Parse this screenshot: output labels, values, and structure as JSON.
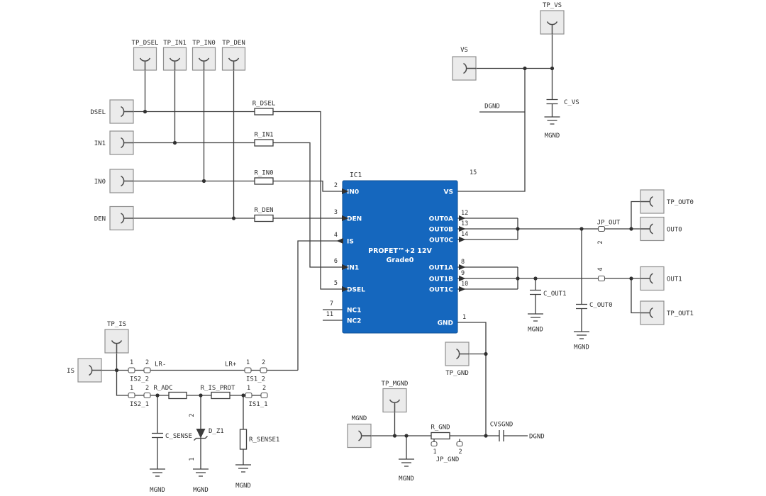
{
  "ic": {
    "designator": "IC1",
    "title_line1": "PROFET™+2 12V",
    "title_line2": "Grade0",
    "body_color": "#1567be",
    "left_pins": [
      {
        "num": "2",
        "name": "IN0"
      },
      {
        "num": "3",
        "name": "DEN"
      },
      {
        "num": "4",
        "name": "IS"
      },
      {
        "num": "6",
        "name": "IN1"
      },
      {
        "num": "5",
        "name": "DSEL"
      },
      {
        "num": "7",
        "name": "NC1"
      },
      {
        "num": "11",
        "name": "NC2"
      }
    ],
    "right_pins": [
      {
        "num": "15",
        "name": "VS"
      },
      {
        "num": "12",
        "name": "OUT0A"
      },
      {
        "num": "13",
        "name": "OUT0B"
      },
      {
        "num": "14",
        "name": "OUT0C"
      },
      {
        "num": "8",
        "name": "OUT1A"
      },
      {
        "num": "9",
        "name": "OUT1B"
      },
      {
        "num": "10",
        "name": "OUT1C"
      },
      {
        "num": "1",
        "name": "GND"
      }
    ]
  },
  "test_points": {
    "tp_dsel": "TP_DSEL",
    "tp_in1": "TP_IN1",
    "tp_in0": "TP_IN0",
    "tp_den": "TP_DEN",
    "tp_vs": "TP_VS",
    "tp_is": "TP_IS",
    "tp_gnd": "TP_GND",
    "tp_mgnd": "TP_MGND",
    "tp_out0": "TP_OUT0",
    "tp_out1": "TP_OUT1"
  },
  "connectors": {
    "dsel": "DSEL",
    "in1": "IN1",
    "in0": "IN0",
    "den": "DEN",
    "vs": "VS",
    "is": "IS",
    "mgnd": "MGND",
    "out0": "OUT0",
    "out1": "OUT1"
  },
  "resistors": {
    "r_dsel": "R_DSEL",
    "r_in1": "R_IN1",
    "r_in0": "R_IN0",
    "r_den": "R_DEN",
    "r_adc": "R_ADC",
    "r_is_prot": "R_IS_PROT",
    "r_sense1": "R_SENSE1",
    "r_gnd": "R_GND"
  },
  "capacitors": {
    "c_vs": "C_VS",
    "c_out0": "C_OUT0",
    "c_out1": "C_OUT1",
    "c_sense": "C_SENSE",
    "cvsgnd": "CVSGND"
  },
  "diode": {
    "name": "D_Z1",
    "pin_top": "2",
    "pin_bottom": "1"
  },
  "jumpers": {
    "jp_out": {
      "name": "JP_OUT",
      "pin_a": "2",
      "pin_b": "4"
    },
    "jp_gnd": {
      "name": "JP_GND",
      "pin_a": "1",
      "pin_b": "2"
    },
    "is2_2": {
      "name": "IS2_2",
      "pin_a": "1",
      "pin_b": "2"
    },
    "is1_2": {
      "name": "IS1_2",
      "pin_a": "1",
      "pin_b": "2"
    },
    "is2_1": {
      "name": "IS2_1",
      "pin_a": "1",
      "pin_b": "2"
    },
    "is1_1": {
      "name": "IS1_1",
      "pin_a": "1",
      "pin_b": "2"
    }
  },
  "net_labels": {
    "dgnd_top": "DGND",
    "dgnd_bottom": "DGND",
    "lr_minus": "LR-",
    "lr_plus": "LR+",
    "mgnd": "MGND"
  }
}
